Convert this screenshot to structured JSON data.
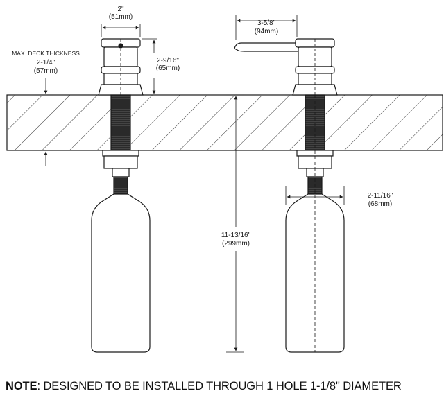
{
  "dimensions": {
    "left_width": {
      "imperial": "2\"",
      "metric": "(51mm)"
    },
    "left_height": {
      "imperial": "2-9/16\"",
      "metric": "(65mm)"
    },
    "deck_thickness": {
      "label": "MAX. DECK THICKNESS",
      "imperial": "2-1/4\"",
      "metric": "(57mm)"
    },
    "spout_reach": {
      "imperial": "3-5/8\"",
      "metric": "(94mm)"
    },
    "bottle_width": {
      "imperial": "2-11/16\"",
      "metric": "(68mm)"
    },
    "total_depth": {
      "imperial": "11-13/16\"",
      "metric": "(299mm)"
    }
  },
  "note": {
    "prefix": "NOTE",
    "text": ": DESIGNED TO BE INSTALLED THROUGH 1 HOLE 1-1/8\" DIAMETER"
  },
  "colors": {
    "line": "#1a1a1a",
    "thread": "#2a2a2a",
    "hatch": "#333333"
  }
}
